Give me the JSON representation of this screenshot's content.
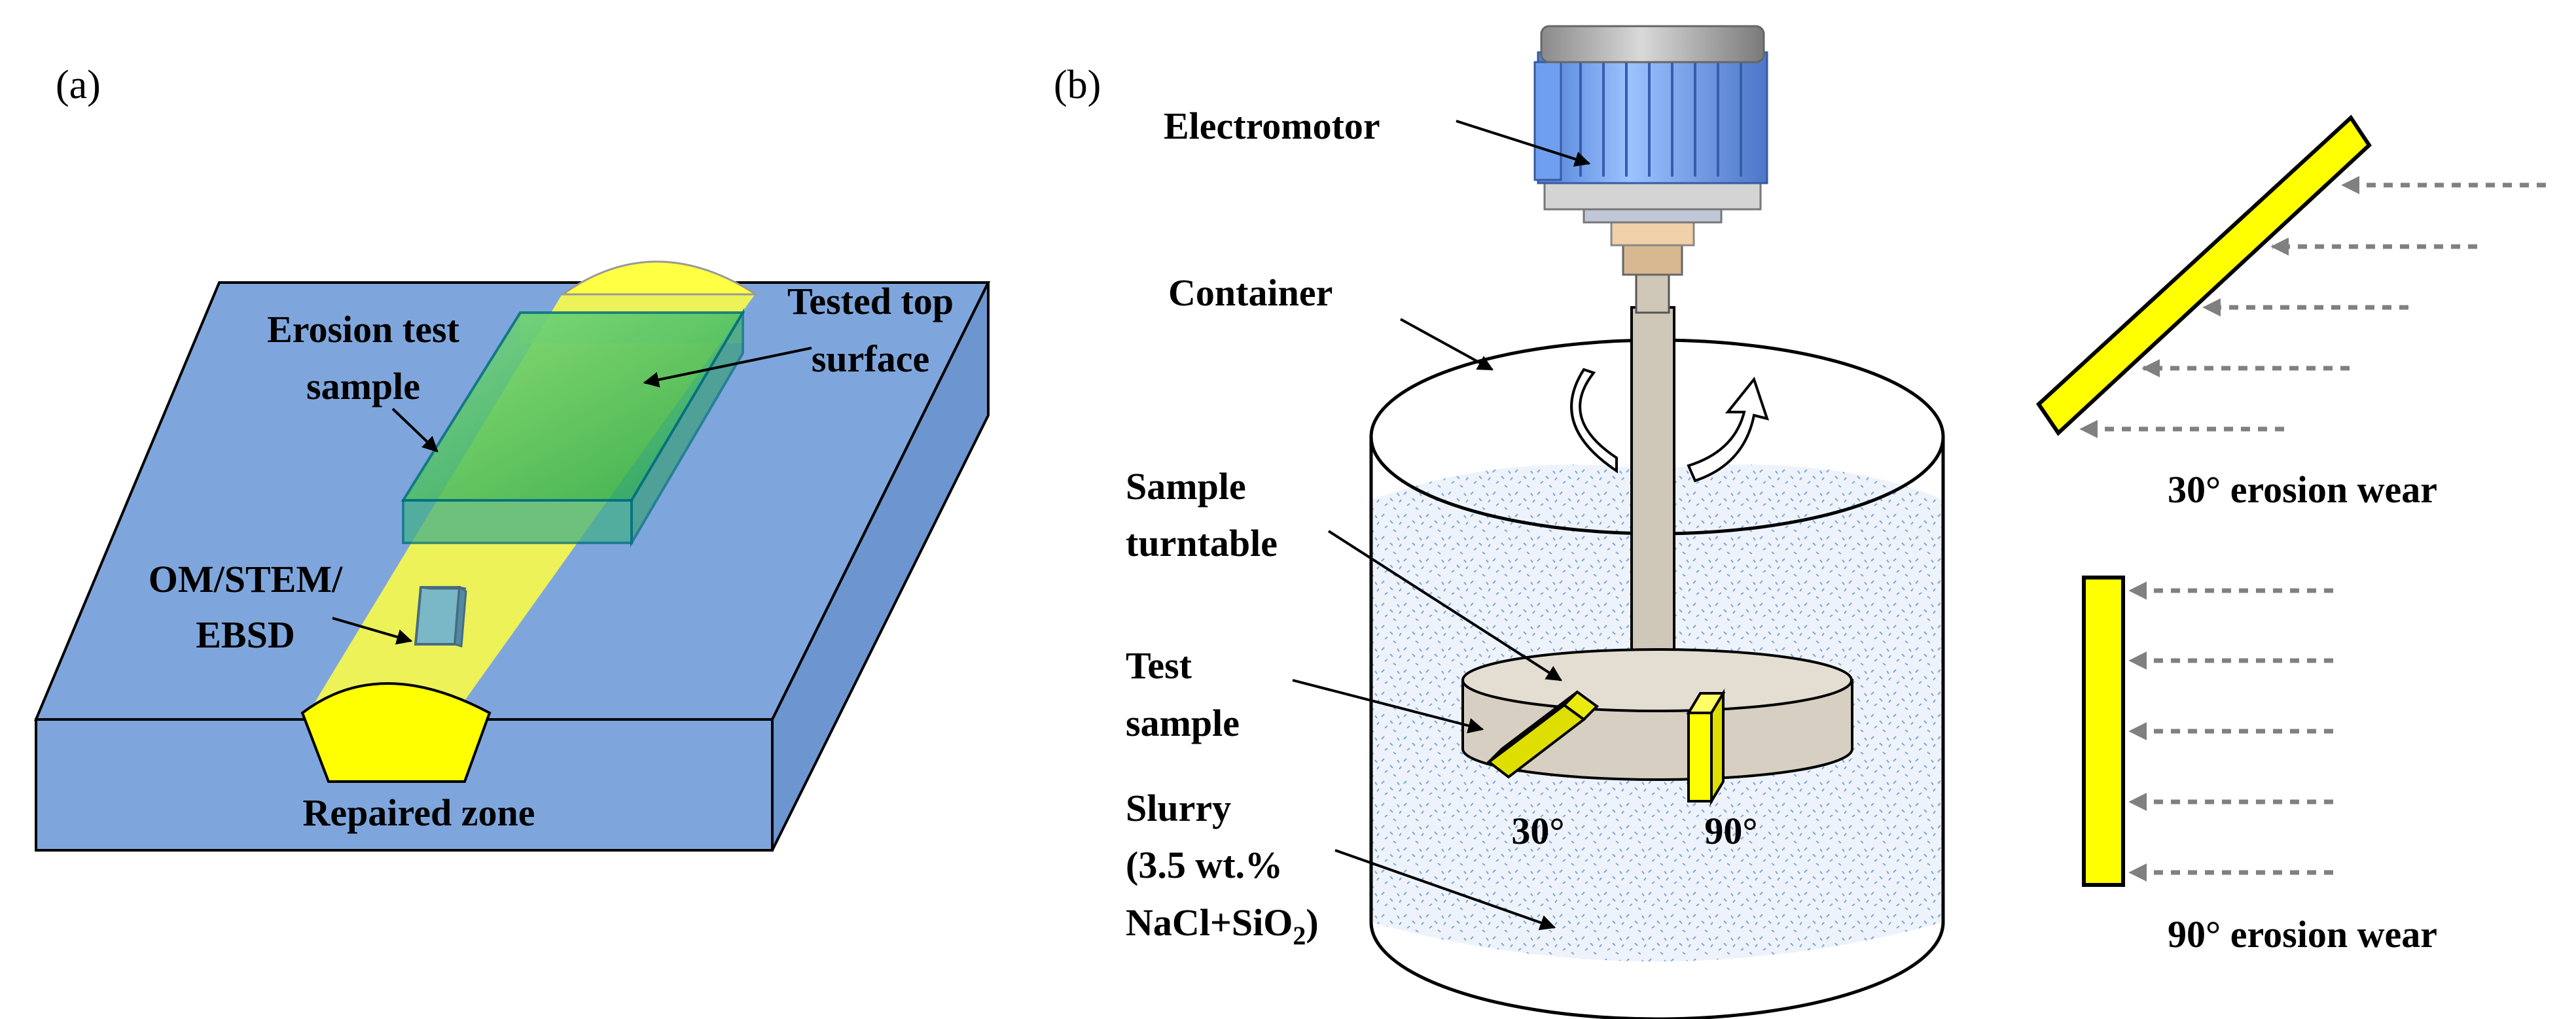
{
  "panel_a": {
    "panel_label": "(a)",
    "erosion_sample_line1": "Erosion test",
    "erosion_sample_line2": "sample",
    "tested_top_line1": "Tested top",
    "tested_top_line2": "surface",
    "om_line1": "OM/STEM/",
    "om_line2": "EBSD",
    "repaired_zone": "Repaired zone"
  },
  "panel_b": {
    "panel_label": "(b)",
    "electromotor": "Electromotor",
    "container": "Container",
    "turntable_line1": "Sample",
    "turntable_line2": "turntable",
    "test_sample_line1": "Test",
    "test_sample_line2": "sample",
    "slurry_line1": "Slurry",
    "slurry_line2": "(3.5 wt.%",
    "slurry_line3_main": "NaCl+SiO",
    "slurry_line3_sub": "2",
    "slurry_line3_end": ")",
    "angle_30": "30°",
    "angle_90": "90°",
    "wear_30": "30° erosion wear",
    "wear_90": "90° erosion wear"
  },
  "colors": {
    "plate_blue": "#7fa6dc",
    "repair_yellow": "#ffff00",
    "sample_green": "#3cb560",
    "motor_blue": "#6f9ff0",
    "turntable_tan": "#d6cfc2",
    "shaft_tan": "#cfc7b8",
    "slurry_dot": "#7aa6dd",
    "arrow_gray": "#808080"
  }
}
